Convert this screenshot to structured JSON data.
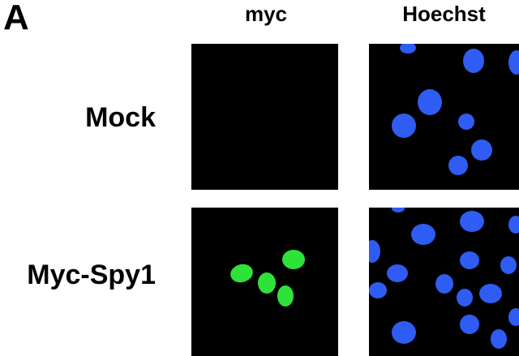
{
  "panel_label": "A",
  "columns": [
    "myc",
    "Hoechst"
  ],
  "rows": [
    "Mock",
    "Myc-Spy1"
  ],
  "colors": {
    "background": "#ffffff",
    "tile_background": "#000000",
    "hoechst_nuclei": "#2f5cf2",
    "myc_nuclei": "#2fe23a"
  }
}
